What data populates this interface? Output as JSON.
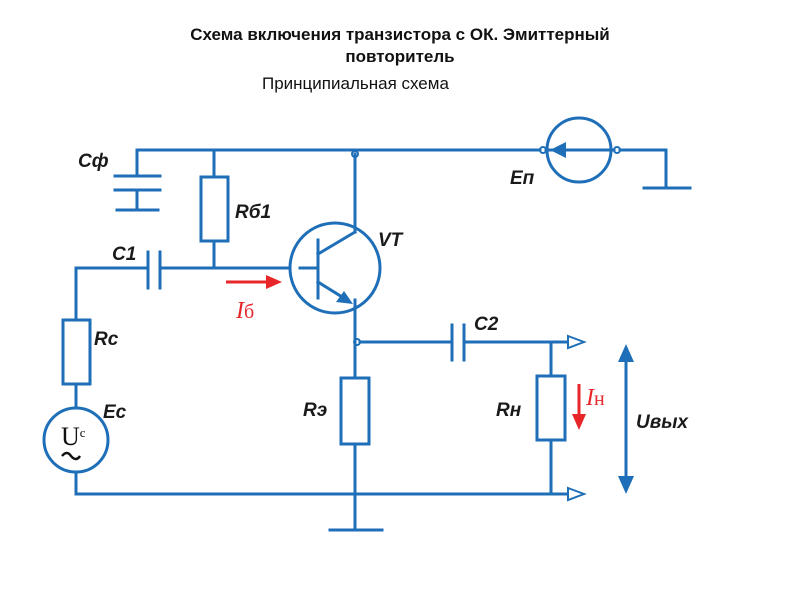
{
  "title_line1": "Схема включения транзистора с ОК. Эмиттерный",
  "title_line2": "повторитель",
  "subtitle": "Принципиальная схема",
  "labels": {
    "cf": "Сф",
    "rb1": "Rб1",
    "vt": "VT",
    "c1": "C1",
    "ib_i": "I",
    "ib_sub": "б",
    "rc": "Rc",
    "ec": "Ec",
    "uc_u": "U",
    "uc_sub": "c",
    "re": "Rэ",
    "c2": "C2",
    "rn": "Rн",
    "in_i": "I",
    "in_sub": "н",
    "uout": "Uвых",
    "ep": "Eп"
  },
  "colors": {
    "wire": "#1f6fb8",
    "current": "#e8262a"
  }
}
